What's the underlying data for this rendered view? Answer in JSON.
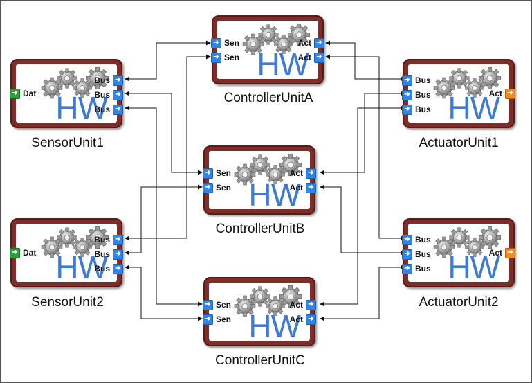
{
  "units": {
    "sensor1": {
      "name": "SensorUnit1",
      "badge": "HW",
      "ports": [
        "Dat",
        "Bus",
        "Bus",
        "Bus"
      ]
    },
    "sensor2": {
      "name": "SensorUnit2",
      "badge": "HW",
      "ports": [
        "Dat",
        "Bus",
        "Bus",
        "Bus"
      ]
    },
    "controllerA": {
      "name": "ControllerUnitA",
      "badge": "HW",
      "ports": [
        "Sen",
        "Sen",
        "Act",
        "Act"
      ]
    },
    "controllerB": {
      "name": "ControllerUnitB",
      "badge": "HW",
      "ports": [
        "Sen",
        "Sen",
        "Act",
        "Act"
      ]
    },
    "controllerC": {
      "name": "ControllerUnitC",
      "badge": "HW",
      "ports": [
        "Sen",
        "Sen",
        "Act",
        "Act"
      ]
    },
    "actuator1": {
      "name": "ActuatorUnit1",
      "badge": "HW",
      "ports": [
        "Bus",
        "Bus",
        "Bus",
        "Act"
      ]
    },
    "actuator2": {
      "name": "ActuatorUnit2",
      "badge": "HW",
      "ports": [
        "Bus",
        "Bus",
        "Bus",
        "Act"
      ]
    }
  },
  "icons": {
    "gears": "gears-icon",
    "in_port": "arrow-right-icon",
    "data_port": "arrow-right-icon",
    "out_port": "arrow-right-icon"
  },
  "colors": {
    "frame": "#7e2e2a",
    "hw_text": "#3e7bd6",
    "bus_port": "#2f86e6",
    "data_port": "#2e9e3a",
    "act_port": "#f08a24"
  }
}
